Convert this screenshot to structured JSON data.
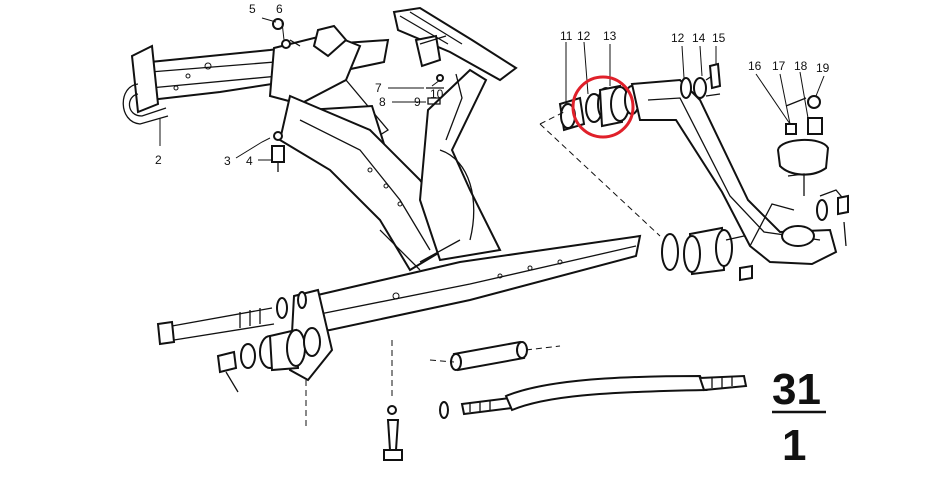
{
  "callouts": {
    "n2": "2",
    "n3": "3",
    "n4": "4",
    "n5": "5",
    "n6": "6",
    "n7": "7",
    "n8": "8",
    "n9": "9",
    "n10": "10",
    "n11": "11",
    "n12a": "12",
    "n13": "13",
    "n12b": "12",
    "n14": "14",
    "n15": "15",
    "n16": "16",
    "n17": "17",
    "n18": "18",
    "n19": "19"
  },
  "group_number": {
    "top": "31",
    "bottom": "1"
  },
  "highlight_color": "#e0202a"
}
